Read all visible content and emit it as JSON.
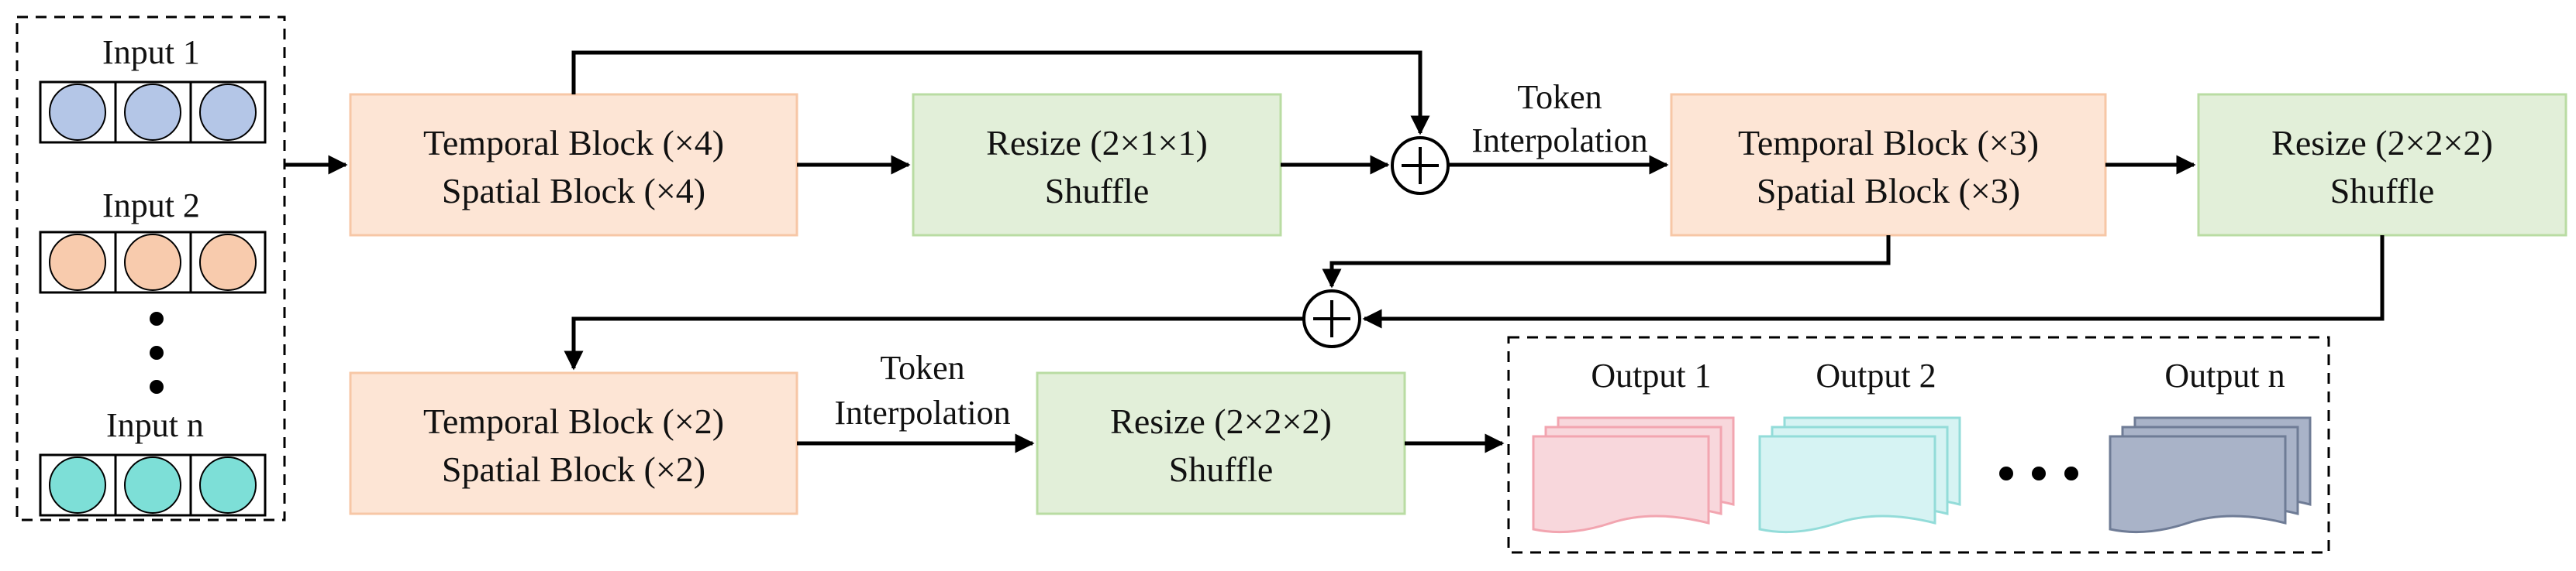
{
  "inputs": [
    {
      "label": "Input 1",
      "color": "#b4c6e7"
    },
    {
      "label": "Input 2",
      "color": "#f8cbad"
    },
    {
      "label": "Input n",
      "color": "#7ddfd7"
    }
  ],
  "blocks": {
    "block1": {
      "line1": "Temporal Block (×4)",
      "line2": "Spatial Block (×4)"
    },
    "block2": {
      "line1": "Resize (2×1×1)",
      "line2": "Shuffle"
    },
    "block3": {
      "line1": "Temporal Block (×3)",
      "line2": "Spatial Block (×3)"
    },
    "block4": {
      "line1": "Resize (2×2×2)",
      "line2": "Shuffle"
    },
    "block5": {
      "line1": "Temporal Block (×2)",
      "line2": "Spatial Block (×2)"
    },
    "block6": {
      "line1": "Resize (2×2×2)",
      "line2": "Shuffle"
    }
  },
  "token_interp_1": {
    "line1": "Token",
    "line2": "Interpolation"
  },
  "token_interp_2": {
    "line1": "Token",
    "line2": "Interpolation"
  },
  "outputs": [
    {
      "label": "Output 1",
      "color": "#f8d7dc",
      "stroke": "#f2a5b0"
    },
    {
      "label": "Output 2",
      "color": "#d6f3f3",
      "stroke": "#93dcd9"
    },
    {
      "label": "Output n",
      "color": "#a9b3c8",
      "stroke": "#6f7c96"
    }
  ],
  "colors": {
    "temporal_block_fill": "#fde5d5",
    "temporal_block_stroke": "#f7c7a6",
    "resize_block_fill": "#e2efd9",
    "resize_block_stroke": "#b9dca3"
  }
}
